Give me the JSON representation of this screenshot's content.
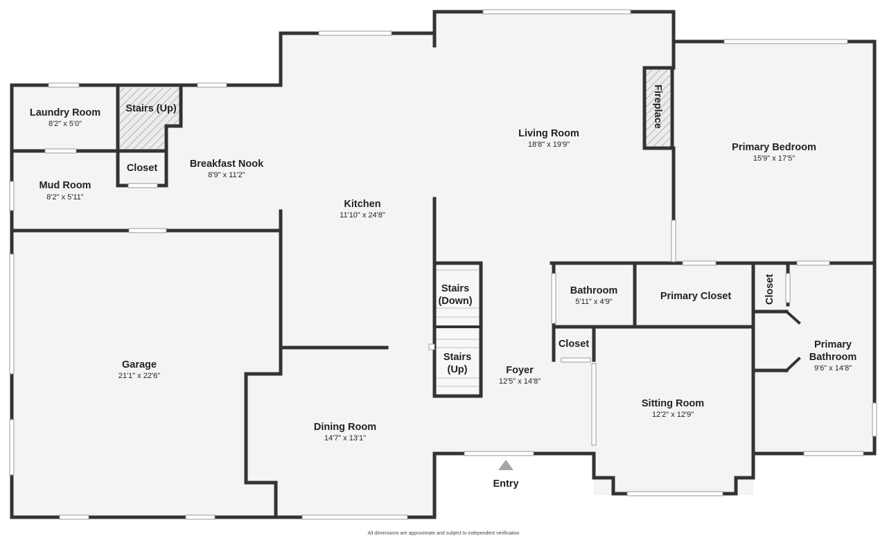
{
  "plan": {
    "colors": {
      "floor": "#f4f4f4",
      "wall": "#333333",
      "window": "#ffffff",
      "hatch": "#999999",
      "entry_marker": "#a6a6a6"
    },
    "rooms": {
      "laundry": {
        "name": "Laundry Room",
        "dim": "8'2\" x 5'0\""
      },
      "stairs_up_top": {
        "name": "Stairs (Up)"
      },
      "closet_small": {
        "name": "Closet"
      },
      "mud_room": {
        "name": "Mud Room",
        "dim": "8'2\" x 5'11\""
      },
      "breakfast_nook": {
        "name": "Breakfast Nook",
        "dim": "8'9\" x 11'2\""
      },
      "kitchen": {
        "name": "Kitchen",
        "dim": "11'10\" x 24'8\""
      },
      "living_room": {
        "name": "Living Room",
        "dim": "18'8\" x 19'9\""
      },
      "fireplace": {
        "name": "Fireplace"
      },
      "primary_bedroom": {
        "name": "Primary Bedroom",
        "dim": "15'9\" x 17'5\""
      },
      "garage": {
        "name": "Garage",
        "dim": "21'1\" x 22'6\""
      },
      "stairs_down": {
        "name_line1": "Stairs",
        "name_line2": "(Down)"
      },
      "stairs_up_center": {
        "name_line1": "Stairs",
        "name_line2": "(Up)"
      },
      "bathroom": {
        "name": "Bathroom",
        "dim": "5'11\" x 4'9\""
      },
      "primary_closet": {
        "name": "Primary Closet"
      },
      "closet_vertical": {
        "name": "Closet"
      },
      "closet_foyer": {
        "name": "Closet"
      },
      "primary_bathroom": {
        "name_line1": "Primary",
        "name_line2": "Bathroom",
        "dim": "9'6\" x 14'8\""
      },
      "foyer": {
        "name": "Foyer",
        "dim": "12'5\" x 14'8\""
      },
      "sitting_room": {
        "name": "Sitting Room",
        "dim": "12'2\" x 12'9\""
      },
      "dining_room": {
        "name": "Dining Room",
        "dim": "14'7\" x 13'1\""
      }
    },
    "entry": {
      "label": "Entry"
    },
    "footer_note": "All dimensions are approximate and subject to independent verification"
  }
}
